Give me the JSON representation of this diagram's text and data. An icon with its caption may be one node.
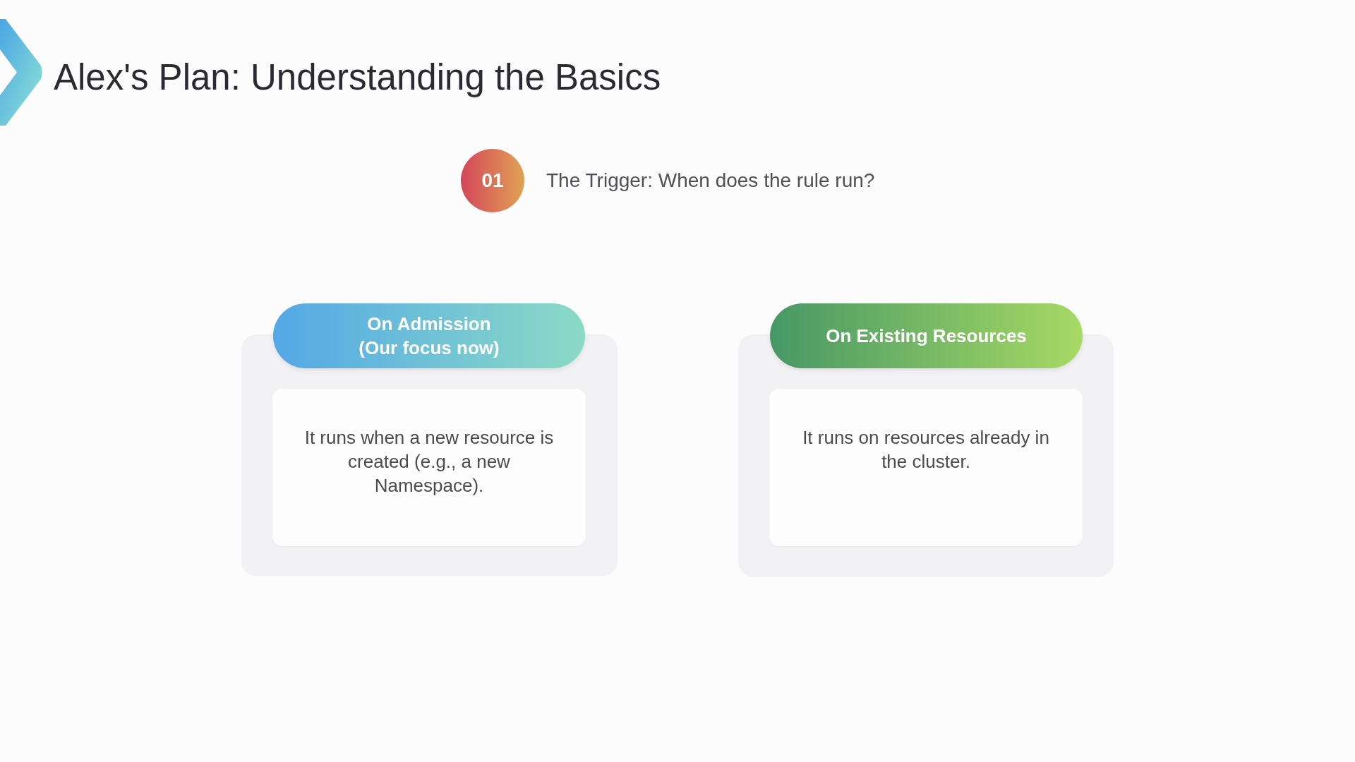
{
  "diagram": {
    "title": "Alex's Plan: Understanding the Basics",
    "nodes": [
      {
        "text": [
          "01"
        ],
        "beside": [
          "The Trigger: When does the rule run?"
        ]
      },
      {
        "text": [
          "On Admission (Our focus now)"
        ]
      },
      {
        "text": [
          "It runs when a new resource is created (e.g., a new Namespace)."
        ]
      },
      {
        "text": [
          "On Existing Resources"
        ]
      },
      {
        "text": [
          "It runs on resources already in the cluster."
        ]
      }
    ]
  }
}
